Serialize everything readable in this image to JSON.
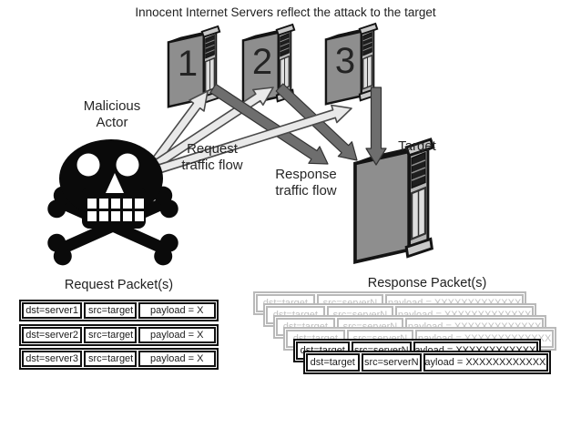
{
  "title": "Innocent Internet Servers reflect the attack to the target",
  "labels": {
    "malicious_actor": "Malicious\nActor",
    "request_flow": "Request\ntraffic flow",
    "response_flow": "Response\ntraffic flow",
    "target": "Target"
  },
  "servers": {
    "s1": "1",
    "s2": "2",
    "s3": "3"
  },
  "request_packets": {
    "title": "Request Packet(s)",
    "rows": [
      {
        "dst": "dst=server1",
        "src": "src=target",
        "payload": "payload = X"
      },
      {
        "dst": "dst=server2",
        "src": "src=target",
        "payload": "payload = X"
      },
      {
        "dst": "dst=server3",
        "src": "src=target",
        "payload": "payload = X"
      }
    ]
  },
  "response_packets": {
    "title": "Response Packet(s)",
    "row": {
      "dst": "dst=target",
      "src": "src=serverN",
      "payload": "payload = XXXXXXXXXXXXX"
    },
    "stacked_copies": 6
  },
  "colors": {
    "request_arrow_fill": "#e9e9e9",
    "request_arrow_stroke": "#4a4a4a",
    "response_arrow_fill": "#6e6e6e",
    "response_arrow_stroke": "#333333",
    "server_body": "#8e8e8e",
    "server_top": "#c9c9c9",
    "outline": "#141414",
    "faded_stack": "#b9b9b9"
  }
}
